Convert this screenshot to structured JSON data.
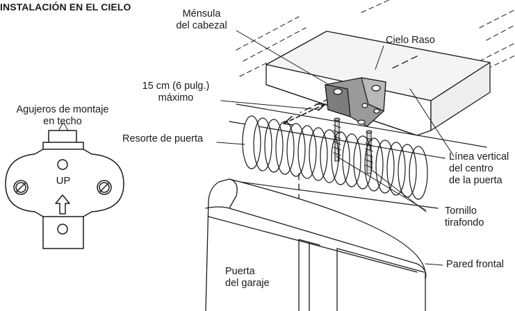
{
  "title": "INSTALACIÓN EN EL CIELO",
  "callouts": {
    "header_bracket_line1": "Ménsula",
    "header_bracket_line2": "del cabezal",
    "ceiling": "Cielo Raso",
    "distance_line1": "15 cm (6 pulg.)",
    "distance_line2": "máximo",
    "mounting_holes_line1": "Agujeros de montaje",
    "mounting_holes_line2": "en techo",
    "door_spring": "Resorte de puerta",
    "vertical_line1": "Línea vertical",
    "vertical_line2": "del centro",
    "vertical_line3": "de la puerta",
    "lag_screw_line1": "Tornillo",
    "lag_screw_line2": "tirafondo",
    "front_wall": "Pared frontal",
    "garage_door_line1": "Puerta",
    "garage_door_line2": "del garaje"
  },
  "bracket_marking": "UP",
  "icons": [
    "bracket-front-view",
    "up-arrow-icon",
    "screw-head-icon",
    "lag-screw",
    "torsion-spring",
    "header-bracket"
  ]
}
